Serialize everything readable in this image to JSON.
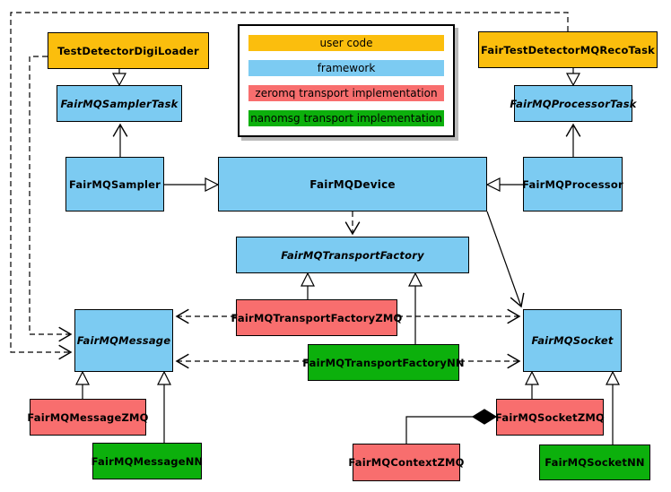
{
  "colors": {
    "user_code": "#FBBE0D",
    "framework": "#7CCBF2",
    "zeromq": "#F86E6E",
    "nanomsg": "#0CB00C",
    "line": "#000000",
    "background": "#FFFFFF"
  },
  "legend": {
    "items": [
      {
        "label": "user code",
        "color": "#FBBE0D"
      },
      {
        "label": "framework",
        "color": "#7CCBF2"
      },
      {
        "label": "zeromq transport implementation",
        "color": "#F86E6E"
      },
      {
        "label": "nanomsg transport implementation",
        "color": "#0CB00C"
      }
    ]
  },
  "nodes": [
    {
      "id": "TestDetectorDigiLoader",
      "label": "TestDetectorDigiLoader",
      "category": "user code",
      "abstract": false,
      "color": "#FBBE0D"
    },
    {
      "id": "FairTestDetectorMQRecoTask",
      "label": "FairTestDetectorMQRecoTask",
      "category": "user code",
      "abstract": false,
      "color": "#FBBE0D"
    },
    {
      "id": "FairMQSamplerTask",
      "label": "FairMQSamplerTask",
      "category": "framework",
      "abstract": true,
      "color": "#7CCBF2"
    },
    {
      "id": "FairMQProcessorTask",
      "label": "FairMQProcessorTask",
      "category": "framework",
      "abstract": true,
      "color": "#7CCBF2"
    },
    {
      "id": "FairMQSampler",
      "label": "FairMQSampler",
      "category": "framework",
      "abstract": false,
      "color": "#7CCBF2"
    },
    {
      "id": "FairMQDevice",
      "label": "FairMQDevice",
      "category": "framework",
      "abstract": false,
      "color": "#7CCBF2"
    },
    {
      "id": "FairMQProcessor",
      "label": "FairMQProcessor",
      "category": "framework",
      "abstract": false,
      "color": "#7CCBF2"
    },
    {
      "id": "FairMQTransportFactory",
      "label": "FairMQTransportFactory",
      "category": "framework",
      "abstract": true,
      "color": "#7CCBF2"
    },
    {
      "id": "FairMQTransportFactoryZMQ",
      "label": "FairMQTransportFactoryZMQ",
      "category": "zeromq",
      "abstract": false,
      "color": "#F86E6E"
    },
    {
      "id": "FairMQTransportFactoryNN",
      "label": "FairMQTransportFactoryNN",
      "category": "nanomsg",
      "abstract": false,
      "color": "#0CB00C"
    },
    {
      "id": "FairMQMessage",
      "label": "FairMQMessage",
      "category": "framework",
      "abstract": true,
      "color": "#7CCBF2"
    },
    {
      "id": "FairMQSocket",
      "label": "FairMQSocket",
      "category": "framework",
      "abstract": true,
      "color": "#7CCBF2"
    },
    {
      "id": "FairMQMessageZMQ",
      "label": "FairMQMessageZMQ",
      "category": "zeromq",
      "abstract": false,
      "color": "#F86E6E"
    },
    {
      "id": "FairMQMessageNN",
      "label": "FairMQMessageNN",
      "category": "nanomsg",
      "abstract": false,
      "color": "#0CB00C"
    },
    {
      "id": "FairMQContextZMQ",
      "label": "FairMQContextZMQ",
      "category": "zeromq",
      "abstract": false,
      "color": "#F86E6E"
    },
    {
      "id": "FairMQSocketZMQ",
      "label": "FairMQSocketZMQ",
      "category": "zeromq",
      "abstract": false,
      "color": "#F86E6E"
    },
    {
      "id": "FairMQSocketNN",
      "label": "FairMQSocketNN",
      "category": "nanomsg",
      "abstract": false,
      "color": "#0CB00C"
    }
  ],
  "edges": [
    {
      "from": "TestDetectorDigiLoader",
      "to": "FairMQSamplerTask",
      "type": "inheritance",
      "style": "solid-hollow-triangle"
    },
    {
      "from": "FairTestDetectorMQRecoTask",
      "to": "FairMQProcessorTask",
      "type": "inheritance",
      "style": "solid-hollow-triangle"
    },
    {
      "from": "FairMQSampler",
      "to": "FairMQDevice",
      "type": "inheritance",
      "style": "solid-hollow-triangle"
    },
    {
      "from": "FairMQProcessor",
      "to": "FairMQDevice",
      "type": "inheritance",
      "style": "solid-hollow-triangle"
    },
    {
      "from": "FairMQSampler",
      "to": "FairMQSamplerTask",
      "type": "association",
      "style": "solid-open-arrow"
    },
    {
      "from": "FairMQProcessor",
      "to": "FairMQProcessorTask",
      "type": "association",
      "style": "solid-open-arrow"
    },
    {
      "from": "FairMQDevice",
      "to": "FairMQSocket",
      "type": "association",
      "style": "solid-open-arrow"
    },
    {
      "from": "FairMQDevice",
      "to": "FairMQTransportFactory",
      "type": "dependency",
      "style": "dashed-open-arrow"
    },
    {
      "from": "TestDetectorDigiLoader",
      "to": "FairMQMessage",
      "type": "dependency",
      "style": "dashed-open-arrow"
    },
    {
      "from": "FairTestDetectorMQRecoTask",
      "to": "FairMQMessage",
      "type": "dependency",
      "style": "dashed-open-arrow"
    },
    {
      "from": "FairMQTransportFactoryZMQ",
      "to": "FairMQMessage",
      "type": "dependency",
      "style": "dashed-open-arrow"
    },
    {
      "from": "FairMQTransportFactoryZMQ",
      "to": "FairMQSocket",
      "type": "dependency",
      "style": "dashed-open-arrow"
    },
    {
      "from": "FairMQTransportFactoryNN",
      "to": "FairMQMessage",
      "type": "dependency",
      "style": "dashed-open-arrow"
    },
    {
      "from": "FairMQTransportFactoryNN",
      "to": "FairMQSocket",
      "type": "dependency",
      "style": "dashed-open-arrow"
    },
    {
      "from": "FairMQTransportFactoryZMQ",
      "to": "FairMQTransportFactory",
      "type": "inheritance",
      "style": "solid-hollow-triangle"
    },
    {
      "from": "FairMQTransportFactoryNN",
      "to": "FairMQTransportFactory",
      "type": "inheritance",
      "style": "solid-hollow-triangle"
    },
    {
      "from": "FairMQMessageZMQ",
      "to": "FairMQMessage",
      "type": "inheritance",
      "style": "solid-hollow-triangle"
    },
    {
      "from": "FairMQMessageNN",
      "to": "FairMQMessage",
      "type": "inheritance",
      "style": "solid-hollow-triangle"
    },
    {
      "from": "FairMQSocketZMQ",
      "to": "FairMQSocket",
      "type": "inheritance",
      "style": "solid-hollow-triangle"
    },
    {
      "from": "FairMQSocketNN",
      "to": "FairMQSocket",
      "type": "inheritance",
      "style": "solid-hollow-triangle"
    },
    {
      "from": "FairMQContextZMQ",
      "to": "FairMQSocketZMQ",
      "type": "composition",
      "style": "solid-filled-diamond"
    }
  ]
}
